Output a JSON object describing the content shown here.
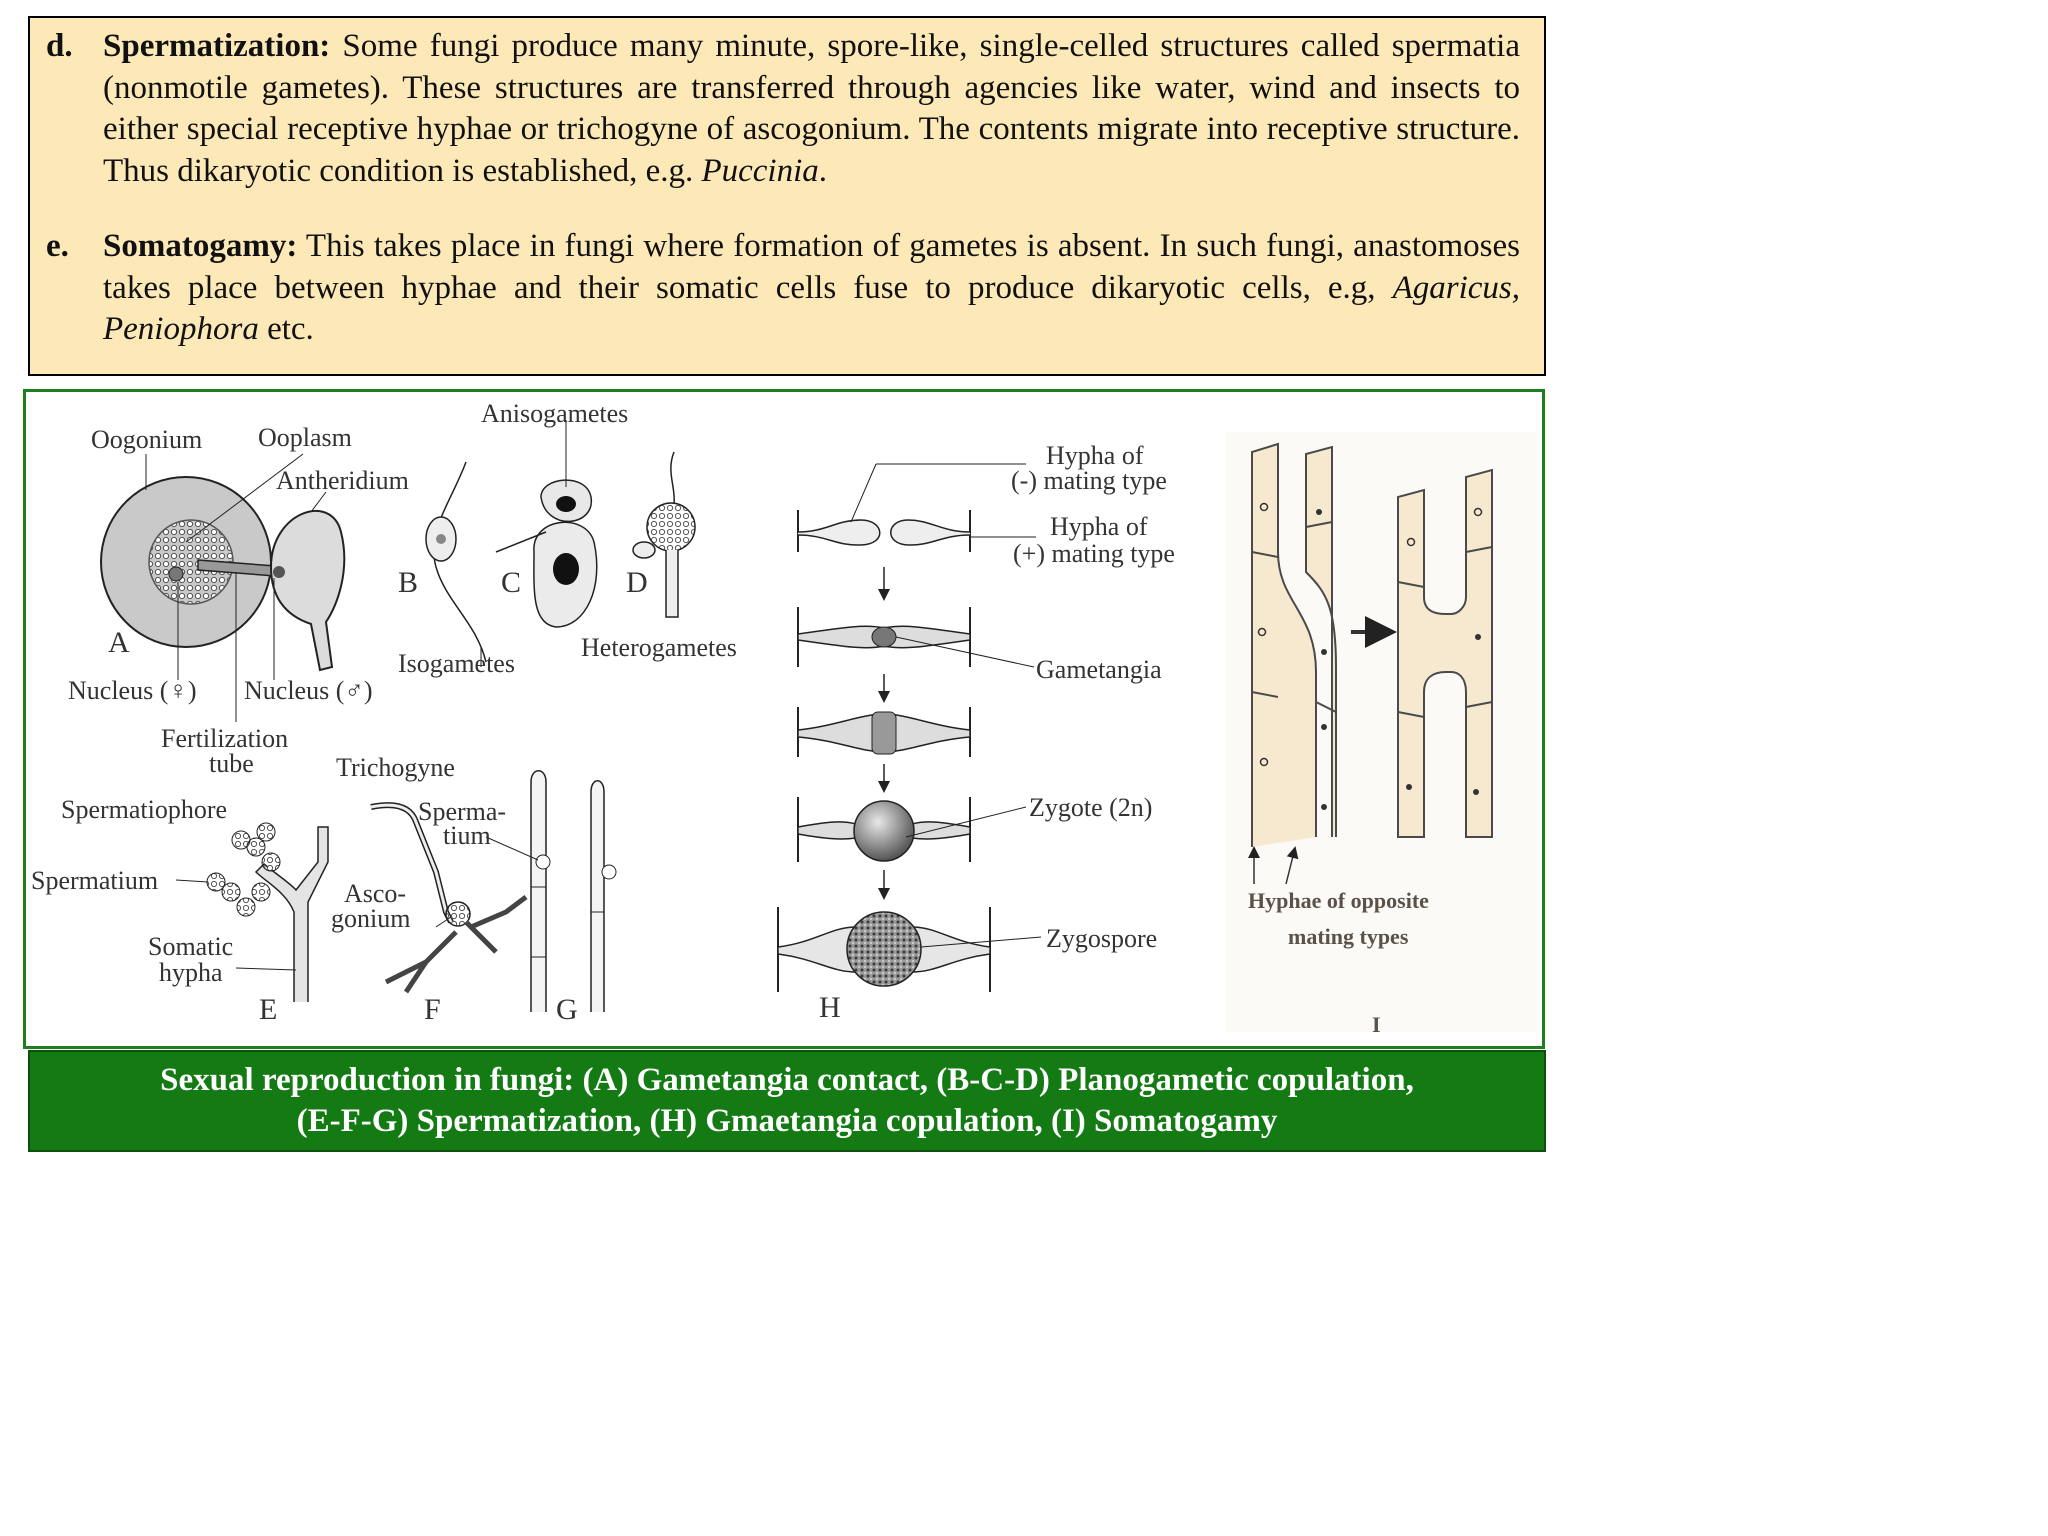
{
  "text_box": {
    "para_d": {
      "letter": "d.",
      "term": "Spermatization:",
      "body": " Some fungi produce many minute, spore-like, single-celled structures called spermatia (nonmotile gametes). These structures are transferred through agencies like water, wind and insects to either special receptive hyphae or trichogyne of ascogonium. The contents migrate into receptive structure. Thus dikaryotic condition is established, e.g. ",
      "example": "Puccinia",
      "tail": "."
    },
    "para_e": {
      "letter": "e.",
      "term": "Somatogamy:",
      "body": " This takes place in fungi where formation of gametes is absent. In such fungi, anastomoses takes place between hyphae and their somatic cells fuse to produce dikaryotic cells, e.g, ",
      "example": "Agaricus, Peniophora",
      "tail": " etc."
    },
    "background_color": "#fde9b8"
  },
  "figure": {
    "border_color": "#1e7d1e",
    "panel_a": {
      "oogonium": "Oogonium",
      "ooplasm": "Ooplasm",
      "antheridium": "Antheridium",
      "nucleus_female": "Nucleus (♀)",
      "nucleus_male": "Nucleus (♂)",
      "fertilization_tube_1": "Fertilization",
      "fertilization_tube_2": "tube",
      "letter": "A"
    },
    "panel_bcd": {
      "anisogametes": "Anisogametes",
      "isogametes": "Isogametes",
      "heterogametes": "Heterogametes",
      "letter_b": "B",
      "letter_c": "C",
      "letter_d": "D"
    },
    "panel_e": {
      "spermatiophore": "Spermatiophore",
      "spermatium": "Spermatium",
      "somatic_hypha_1": "Somatic",
      "somatic_hypha_2": "hypha",
      "letter": "E"
    },
    "panel_fg": {
      "trichogyne": "Trichogyne",
      "spermatium_1": "Sperma-",
      "spermatium_2": "tium",
      "ascogonium_1": "Asco-",
      "ascogonium_2": "gonium",
      "letter_f": "F",
      "letter_g": "G"
    },
    "panel_h": {
      "minus_hypha_1": "Hypha of",
      "minus_hypha_2": "(-) mating type",
      "plus_hypha_1": "Hypha of",
      "plus_hypha_2": "(+) mating type",
      "gametangia": "Gametangia",
      "zygote": "Zygote (2n)",
      "zygospore": "Zygospore",
      "letter": "H"
    },
    "panel_i": {
      "caption_1": "Hyphae of opposite",
      "caption_2": "mating types",
      "letter": "I"
    }
  },
  "caption": {
    "line_1": "Sexual reproduction in fungi: (A) Gametangia contact, (B-C-D) Planogametic copulation,",
    "line_2": "(E-F-G) Spermatization, (H) Gmaetangia copulation, (I) Somatogamy",
    "background_color": "#137a14"
  }
}
